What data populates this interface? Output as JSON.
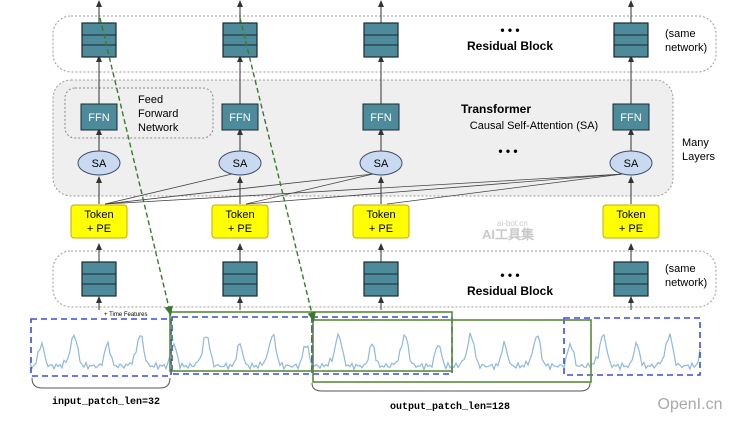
{
  "top_band": {
    "dots": "• • •",
    "block_label": "Residual Block",
    "network_note_line1": "(same",
    "network_note_line2": "network)"
  },
  "transformer": {
    "ffn_label": "FFN",
    "sa_label": "SA",
    "ffn_note_line1": "Feed",
    "ffn_note_line2": "Forward",
    "ffn_note_line3": "Network",
    "title": "Transformer",
    "subtitle": "Causal Self-Attention (SA)",
    "dots": "• • •",
    "side_label_line1": "Many",
    "side_label_line2": "Layers"
  },
  "tokens": {
    "label_line1": "Token",
    "label_line2": "+ PE"
  },
  "bottom_band": {
    "dots": "• • •",
    "block_label": "Residual Block",
    "network_note_line1": "(same",
    "network_note_line2": "network)"
  },
  "series": {
    "time_features": "+ Time Features",
    "input_patch_label": "input_patch_len=32",
    "output_patch_label": "output_patch_len=128"
  },
  "watermarks": {
    "site_small": "ai-bot.cn",
    "site_big": "AI工具集",
    "corner": "OpenI.cn"
  },
  "colors": {
    "block_fill": "#4d8a9a",
    "token_fill": "#ffff00",
    "token_border": "#c9a800",
    "sa_fill": "#c9d9f0",
    "input_box": "#3a4fd8",
    "output_box": "#5a8a3c",
    "dashed_arrow": "#3a7a2a",
    "wave": "#8fb8dc"
  }
}
